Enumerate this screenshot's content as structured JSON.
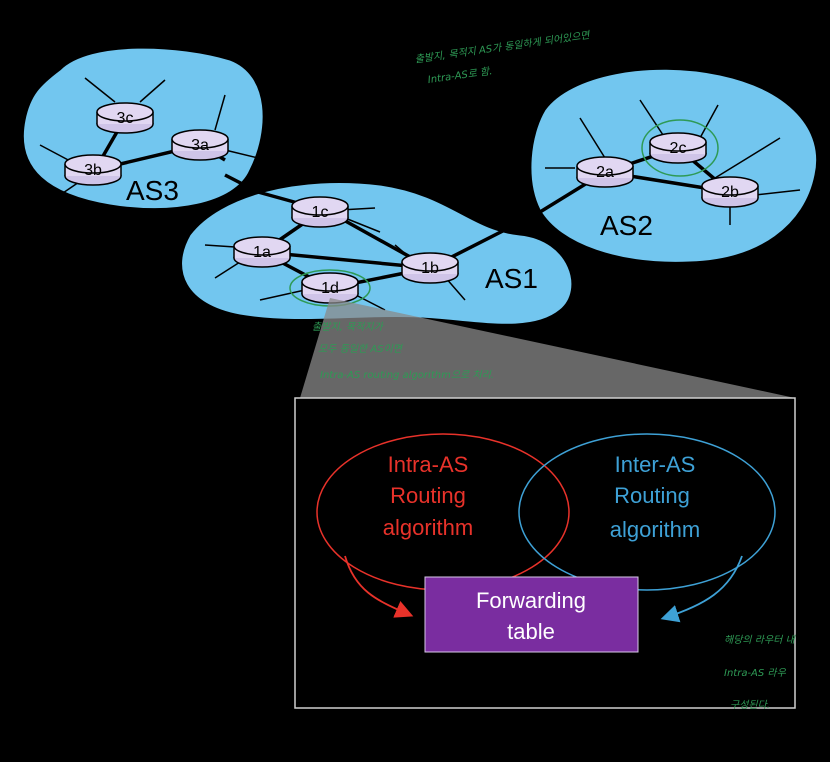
{
  "colors": {
    "as_cloud": "#72c6ef",
    "router_fill": "#e1d7f2",
    "intra_as": "#e8322a",
    "inter_as": "#3ea1d6",
    "forwarding_box": "#7a2da0",
    "handwriting": "#2e9a55"
  },
  "autonomous_systems": [
    {
      "id": "as3",
      "label": "AS3"
    },
    {
      "id": "as1",
      "label": "AS1"
    },
    {
      "id": "as2",
      "label": "AS2"
    }
  ],
  "routers": [
    {
      "id": "3c",
      "label": "3c"
    },
    {
      "id": "3a",
      "label": "3a"
    },
    {
      "id": "3b",
      "label": "3b"
    },
    {
      "id": "1c",
      "label": "1c"
    },
    {
      "id": "1a",
      "label": "1a"
    },
    {
      "id": "1b",
      "label": "1b"
    },
    {
      "id": "1d",
      "label": "1d"
    },
    {
      "id": "2a",
      "label": "2a"
    },
    {
      "id": "2c",
      "label": "2c"
    },
    {
      "id": "2b",
      "label": "2b"
    }
  ],
  "zoom_box": {
    "intra_as": {
      "line1": "Intra-AS",
      "line2": "Routing",
      "line3": "algorithm"
    },
    "inter_as": {
      "line1": "Inter-AS",
      "line2": "Routing",
      "line3": "algorithm"
    },
    "forwarding_table": {
      "line1": "Forwarding",
      "line2": "table"
    }
  },
  "handwritten_notes": {
    "top": [
      "출발지, 목적지 AS가 동일하게 되어있으면",
      "Intra-AS로 함."
    ],
    "middle": [
      "출발지, 목적지가",
      "모두 동일한 AS이면",
      "Intra-AS routing algorithm으로 처리."
    ],
    "right": [
      "해당의 라우터 내",
      "Intra-AS 라우",
      "구성된다."
    ]
  }
}
